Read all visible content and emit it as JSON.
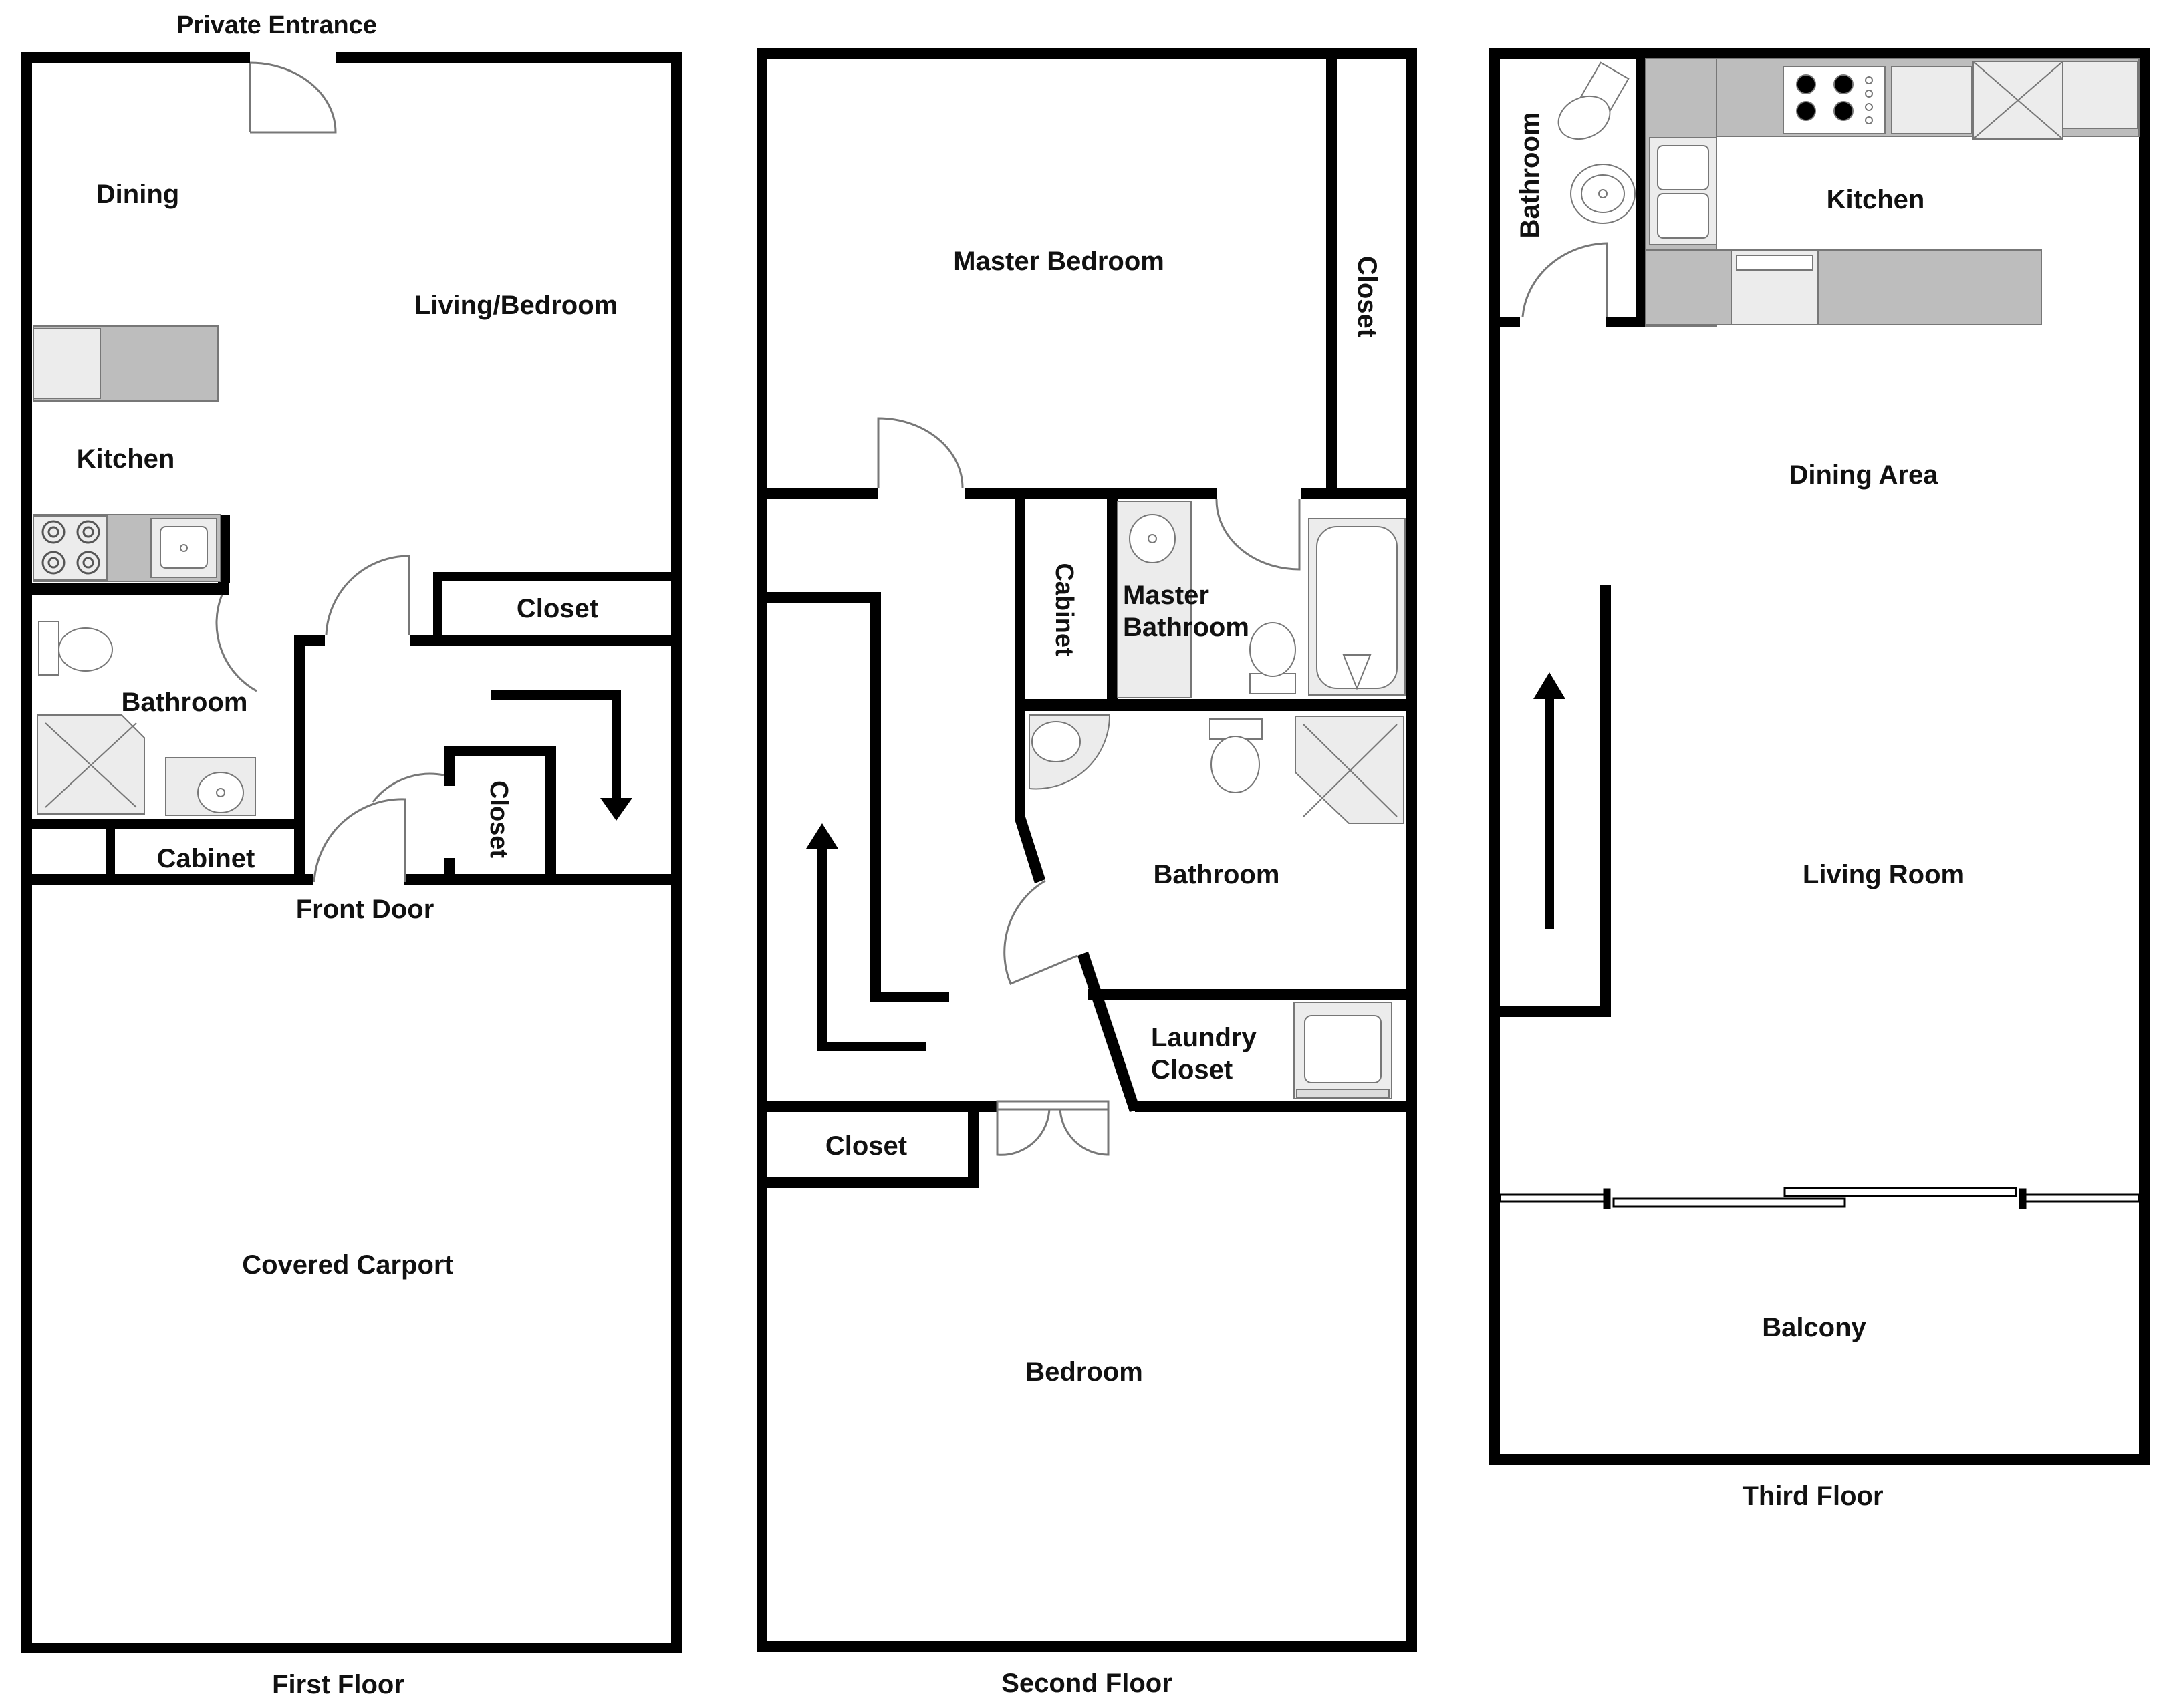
{
  "colors": {
    "wall": "#000000",
    "background": "#ffffff",
    "fixture_fill": "#ececec",
    "counter_fill": "#bdbdbd",
    "fixture_stroke": "#777777",
    "text": "#111111"
  },
  "floors": [
    {
      "caption": "First Floor",
      "rooms": {
        "private_entrance": "Private Entrance",
        "dining": "Dining",
        "living_bedroom": "Living/Bedroom",
        "kitchen": "Kitchen",
        "closet": "Closet",
        "bathroom": "Bathroom",
        "closet_vertical": "Closet",
        "cabinet": "Cabinet",
        "front_door": "Front Door",
        "covered_carport": "Covered Carport"
      }
    },
    {
      "caption": "Second Floor",
      "rooms": {
        "master_bedroom": "Master Bedroom",
        "closet_vertical": "Closet",
        "cabinet_vertical": "Cabinet",
        "master_bathroom_line1": "Master",
        "master_bathroom_line2": "Bathroom",
        "bathroom": "Bathroom",
        "laundry_line1": "Laundry",
        "laundry_line2": "Closet",
        "closet": "Closet",
        "bedroom": "Bedroom"
      }
    },
    {
      "caption": "Third Floor",
      "rooms": {
        "bathroom_vertical": "Bathroom",
        "kitchen": "Kitchen",
        "dining_area": "Dining Area",
        "living_room": "Living Room",
        "balcony": "Balcony"
      }
    }
  ]
}
